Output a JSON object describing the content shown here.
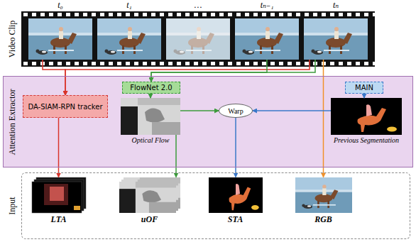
{
  "diagram": {
    "nodes": [
      {
        "text": [
          "Video Clip"
        ]
      },
      {
        "text": [
          "t₀"
        ],
        "in": 0
      },
      {
        "text": [
          "t₁"
        ],
        "in": 0
      },
      {
        "text": [
          "…"
        ],
        "in": 0
      },
      {
        "text": [
          "tₙ₋₁"
        ],
        "in": 0
      },
      {
        "text": [
          "tₙ"
        ],
        "in": 0
      },
      {
        "text": [
          "Attention Extractor"
        ]
      },
      {
        "text": [
          "DA-SIAM-RPN tracker"
        ],
        "in": 6
      },
      {
        "text": [
          "FlowNet 2.0"
        ],
        "in": 6
      },
      {
        "text": [
          "MAIN"
        ],
        "in": 6
      },
      {
        "text": [
          "Optical Flow"
        ],
        "in": 6
      },
      {
        "text": [
          "Warp"
        ],
        "in": 6
      },
      {
        "text": [
          "Previous Segmentation"
        ],
        "in": 6
      },
      {
        "text": [
          "Input"
        ]
      },
      {
        "text": [
          "LTA"
        ],
        "in": 13
      },
      {
        "text": [
          "uOF"
        ],
        "in": 13
      },
      {
        "text": [
          "STA"
        ],
        "in": 13
      },
      {
        "text": [
          "RGB"
        ],
        "in": 13
      }
    ],
    "edges": [
      {
        "from": 1,
        "to": 7,
        "arrow": "to"
      },
      {
        "from": 5,
        "to": 7,
        "arrow": "to"
      },
      {
        "from": 4,
        "to": 8,
        "arrow": "to"
      },
      {
        "from": 5,
        "to": 8,
        "arrow": "to"
      },
      {
        "from": 5,
        "to": 17,
        "arrow": "to"
      },
      {
        "from": 7,
        "to": 14,
        "arrow": "to"
      },
      {
        "from": 8,
        "to": 10,
        "arrow": "to"
      },
      {
        "from": 10,
        "to": 15,
        "arrow": "to"
      },
      {
        "from": 10,
        "to": 11,
        "arrow": "to"
      },
      {
        "from": 9,
        "to": 12,
        "arrow": "to"
      },
      {
        "from": 12,
        "to": 11,
        "arrow": "to"
      },
      {
        "from": 11,
        "to": 16,
        "arrow": "to"
      }
    ]
  }
}
